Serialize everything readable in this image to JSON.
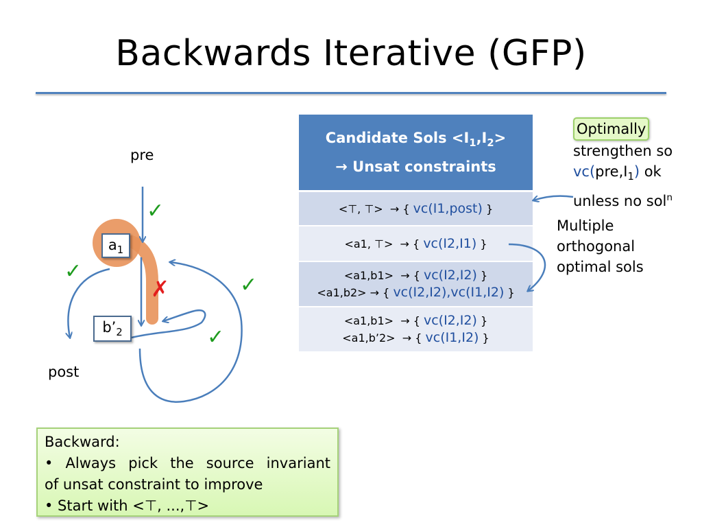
{
  "slide": {
    "title": "Backwards Iterative (GFP)"
  },
  "diagram": {
    "pre_label": "pre",
    "post_label": "post",
    "node_a": {
      "base": "a",
      "sub": "1"
    },
    "node_b": {
      "base": "b’",
      "sub": "2"
    },
    "check_mark": "✓",
    "cross_mark": "✗"
  },
  "table": {
    "header": {
      "line1_text": "Candidate Sols <I",
      "line1_sub1": "1",
      "line1_mid": ",I",
      "line1_sub2": "2",
      "line1_end": ">",
      "arrow": "→",
      "line2_text": "Unsat constraints"
    },
    "arrow": "→",
    "rows": [
      {
        "lines": [
          {
            "lhs": "<⊤, ⊤>",
            "rhs": "vc(I1,post)"
          }
        ]
      },
      {
        "lines": [
          {
            "lhs": "<a1, ⊤>",
            "rhs": "vc(I2,I1)"
          }
        ]
      },
      {
        "lines": [
          {
            "lhs": "<a1,b1>",
            "rhs": "vc(I2,I2)"
          },
          {
            "lhs": "<a1,b2>",
            "rhs": "vc(I2,I2),vc(I1,I2)"
          }
        ]
      },
      {
        "lines": [
          {
            "lhs": "<a1,b1>",
            "rhs": "vc(I2,I2)"
          },
          {
            "lhs": "<a1,b’2>",
            "rhs": "vc(I1,I2)"
          }
        ]
      }
    ]
  },
  "annotations": {
    "optimally": "Optimally",
    "line2": "strengthen so",
    "line3_vc": "vc(",
    "line3_args": "pre,I",
    "line3_sub": "1",
    "line3_close": ")",
    "line3_end": " ok",
    "line4": "unless no sol",
    "line4_sup": "n",
    "multiple": [
      "Multiple",
      "orthogonal",
      "optimal sols"
    ]
  },
  "note": {
    "heading": "Backward:",
    "bullet1_line1": "• Always pick the source invariant",
    "bullet1_line2": "of  unsat constraint to improve",
    "bullet2": "•  Start with <⊤, ...,⊤>"
  },
  "colors": {
    "accent_blue": "#4f81bd",
    "arrow_blue": "#4a7ebb",
    "highlight_orange": "#e8925a",
    "check_green": "#1e9b1e",
    "cross_red": "#e31d1d",
    "note_green": "#d8f7b4"
  }
}
